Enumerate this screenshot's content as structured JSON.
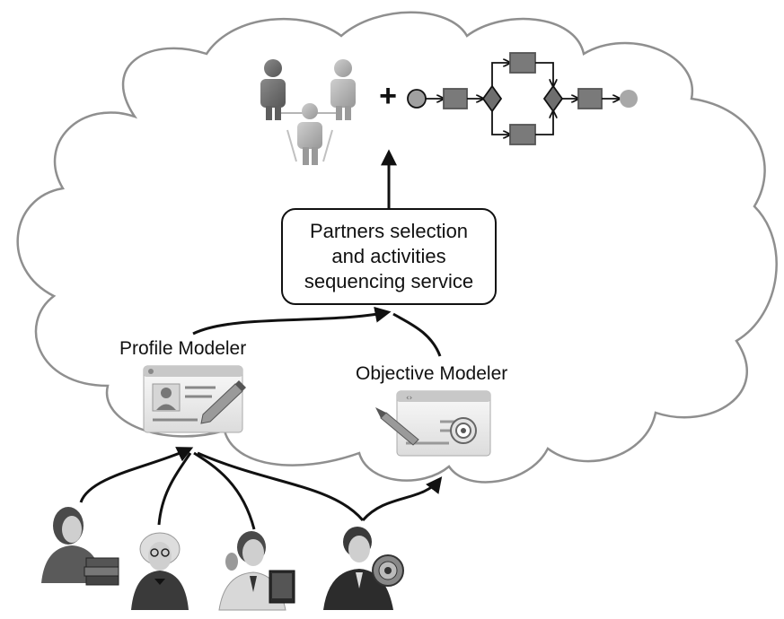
{
  "service": {
    "lines": [
      "Partners selection",
      "and activities",
      "sequencing service"
    ]
  },
  "profile_modeler": {
    "label": "Profile Modeler"
  },
  "objective_modeler": {
    "label": "Objective Modeler"
  },
  "plus_sign": "+",
  "colors": {
    "cloud_stroke": "#8f8f8f",
    "arrow": "#111111",
    "person_dark": "#6e6e6e",
    "person_light": "#a8a8a8",
    "process_box": "#7a7a7a"
  },
  "icons": {
    "team": "team-network-icon",
    "process": "process-flow-icon",
    "profile": "profile-editor-icon",
    "objective": "objective-target-icon",
    "users": [
      "librarian-user-icon",
      "scientist-user-icon",
      "office-worker-user-icon",
      "official-user-icon"
    ]
  }
}
